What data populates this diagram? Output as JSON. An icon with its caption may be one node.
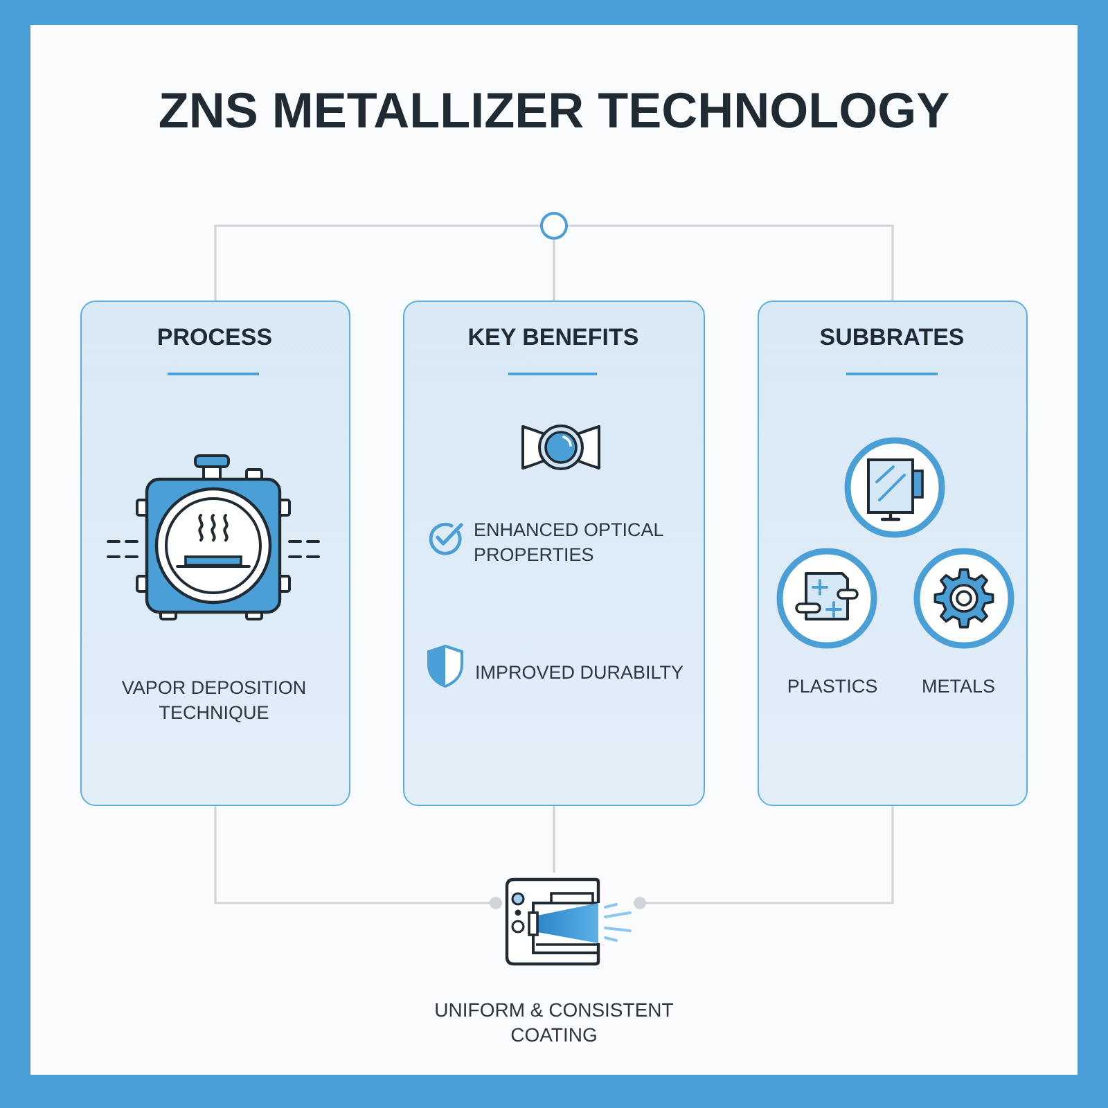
{
  "diagram": {
    "title": "ZNS METALLIZER TECHNOLOGY",
    "nodes": [
      {
        "text": [],
        "shape": "circle"
      },
      {
        "text": [
          "PROCESS",
          "VAPOR DEPOSITION TECHNIQUE"
        ]
      },
      {
        "text": [
          "KEY BENEFITS",
          "ENHANCED OPTICAL PROPERTIES",
          "IMPROVED DURABILTY"
        ]
      },
      {
        "text": [
          "SUBBRATES",
          "PLASTICS",
          "METALS"
        ]
      },
      {
        "text": [],
        "shape": "picture",
        "beside": [
          "UNIFORM & CONSISTENT COATING"
        ]
      }
    ],
    "edges": [
      {
        "from": 0,
        "to": 1,
        "arrow": "none"
      },
      {
        "from": 0,
        "to": 2,
        "arrow": "none"
      },
      {
        "from": 0,
        "to": 3,
        "arrow": "none"
      },
      {
        "from": 1,
        "to": 4,
        "arrow": "other"
      },
      {
        "from": 2,
        "to": 4,
        "arrow": "none"
      },
      {
        "from": 3,
        "to": 4,
        "arrow": "other"
      }
    ]
  }
}
